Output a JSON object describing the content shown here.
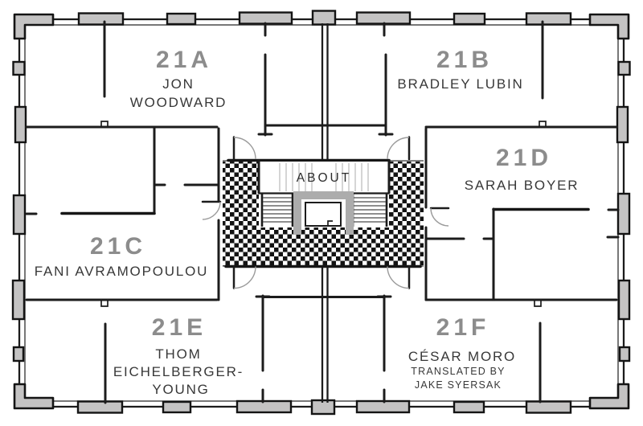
{
  "about": {
    "label": "ABOUT"
  },
  "units": [
    {
      "id": "21A",
      "number": "21A",
      "name_lines": [
        "JON",
        "WOODWARD"
      ]
    },
    {
      "id": "21B",
      "number": "21B",
      "name_lines": [
        "BRADLEY LUBIN"
      ]
    },
    {
      "id": "21C",
      "number": "21C",
      "name_lines": [
        "FANI AVRAMOPOULOU"
      ]
    },
    {
      "id": "21D",
      "number": "21D",
      "name_lines": [
        "SARAH BOYER"
      ]
    },
    {
      "id": "21E",
      "number": "21E",
      "name_lines": [
        "THOM",
        "EICHELBERGER-",
        "YOUNG"
      ]
    },
    {
      "id": "21F",
      "number": "21F",
      "name_lines": [
        "CÉSAR MORO"
      ],
      "sub_lines": [
        "TRANSLATED BY",
        "JAKE SYERSAK"
      ]
    }
  ],
  "colors": {
    "unit_number": "#8c8c8c",
    "name_text": "#383838",
    "wall": "#1c1c1c",
    "window_fill": "#c4c3c3",
    "background": "#ffffff"
  }
}
